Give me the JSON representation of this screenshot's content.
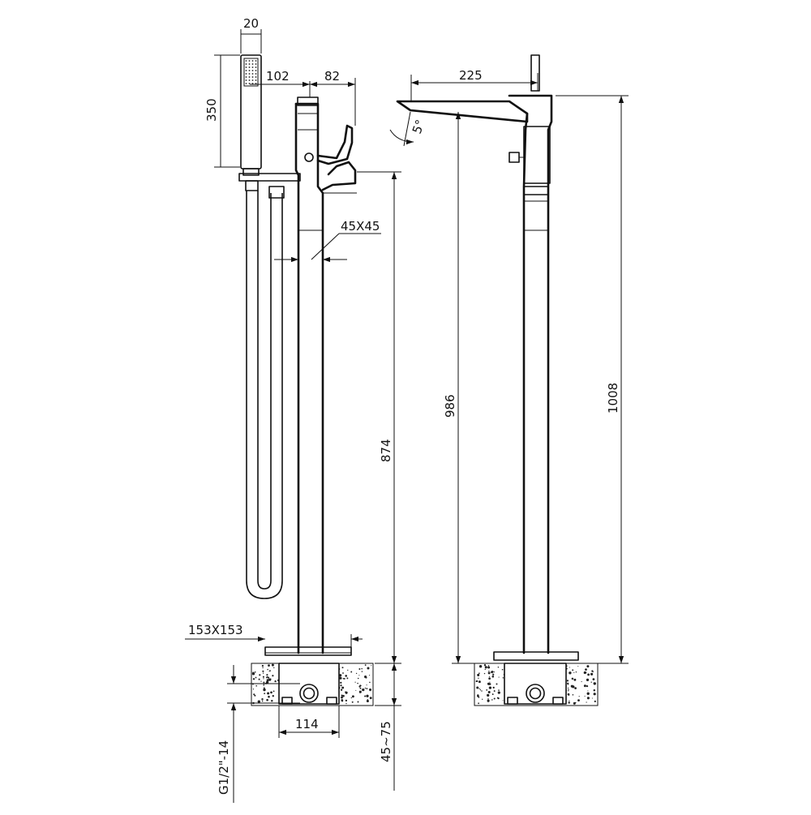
{
  "dimensions": {
    "handshower_width": "20",
    "spout_reach_from_handshower": "102",
    "handle_depth": "82",
    "handshower_length": "350",
    "pipe_section": "45X45",
    "base_plate": "153X153",
    "box_width": "114",
    "thread": "G1/2\"-14",
    "install_depth": "45~75",
    "spout_height": "874",
    "spout_projection": "225",
    "spout_angle": "5°",
    "handle_height": "986",
    "overall_height": "1008"
  }
}
